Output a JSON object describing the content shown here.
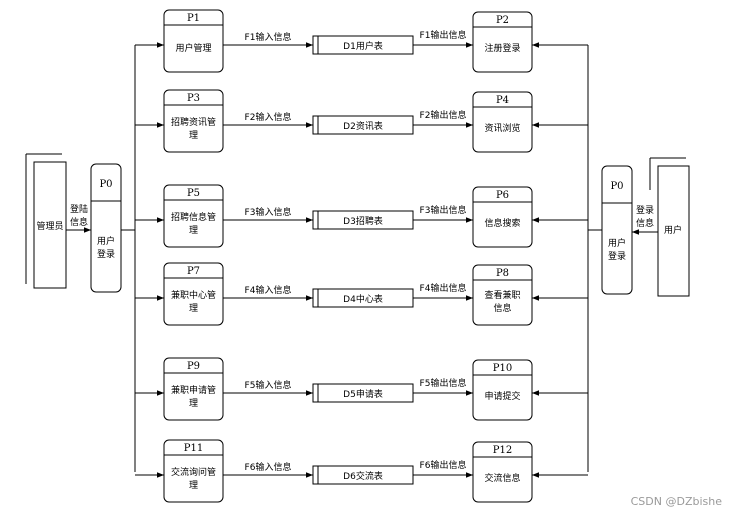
{
  "entities": {
    "admin": "管理员",
    "user": "用户"
  },
  "login": {
    "left": {
      "id": "P0",
      "name": "用户登录",
      "flow": "登陆信息"
    },
    "right": {
      "id": "P0",
      "name": "用户登录",
      "flow": "登录信息"
    }
  },
  "rows": [
    {
      "left_id": "P1",
      "left_name": "用户管理",
      "store": "D1用户表",
      "left_flow": "F1输入信息",
      "right_flow": "F1输出信息",
      "right_id": "P2",
      "right_name": "注册登录"
    },
    {
      "left_id": "P3",
      "left_name": "招聘资讯管理",
      "store": "D2资讯表",
      "left_flow": "F2输入信息",
      "right_flow": "F2输出信息",
      "right_id": "P4",
      "right_name": "资讯浏览"
    },
    {
      "left_id": "P5",
      "left_name": "招聘信息管理",
      "store": "D3招聘表",
      "left_flow": "F3输入信息",
      "right_flow": "F3输出信息",
      "right_id": "P6",
      "right_name": "信息搜索"
    },
    {
      "left_id": "P7",
      "left_name": "兼职中心管理",
      "store": "D4中心表",
      "left_flow": "F4输入信息",
      "right_flow": "F4输出信息",
      "right_id": "P8",
      "right_name": "查看兼职信息"
    },
    {
      "left_id": "P9",
      "left_name": "兼职申请管理",
      "store": "D5申请表",
      "left_flow": "F5输入信息",
      "right_flow": "F5输出信息",
      "right_id": "P10",
      "right_name": "申请提交"
    },
    {
      "left_id": "P11",
      "left_name": "交流询问管理",
      "store": "D6交流表",
      "left_flow": "F6输入信息",
      "right_flow": "F6输出信息",
      "right_id": "P12",
      "right_name": "交流信息"
    }
  ],
  "watermark": "CSDN @DZbishe"
}
